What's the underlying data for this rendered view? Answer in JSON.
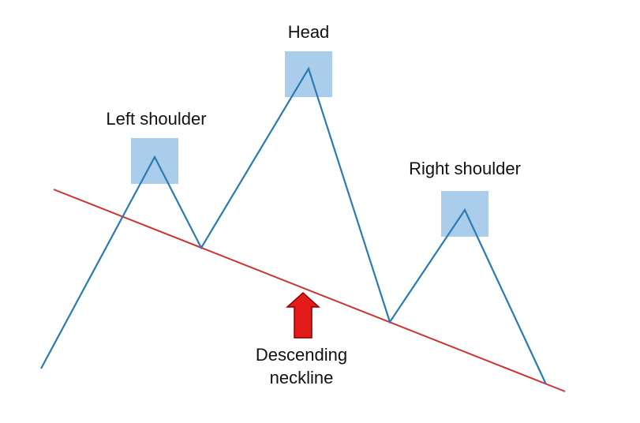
{
  "labels": {
    "head": "Head",
    "left_shoulder": "Left shoulder",
    "right_shoulder": "Right shoulder",
    "neckline_line1": "Descending",
    "neckline_line2": "neckline"
  },
  "colors": {
    "price_line": "#2a7ab5",
    "neckline": "#cc3333",
    "highlight_box": "#a9cdeb",
    "arrow_fill": "#e31b1b",
    "arrow_stroke": "#8a0000"
  }
}
